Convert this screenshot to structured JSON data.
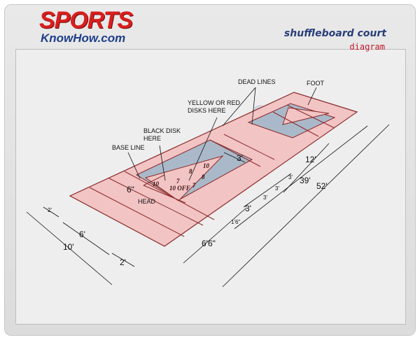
{
  "brand": {
    "top": "SPORTS",
    "bottom": "KnowHow.com"
  },
  "title": {
    "main": "shuffleboard court",
    "sub": "diagram"
  },
  "labels": {
    "dead_lines": "DEAD LINES",
    "foot": "FOOT",
    "yellow_red_1": "YELLOW OR RED",
    "yellow_red_2": "DISKS HERE",
    "black_disk_1": "BLACK DISK",
    "black_disk_2": "HERE",
    "base_line": "BASE LINE",
    "head": "HEAD"
  },
  "court_marks": {
    "ten": "10",
    "ten_off": "10 OFF",
    "eight_a": "8",
    "eight_b": "8",
    "seven_a": "7",
    "seven_b": "7",
    "ten_b": "10"
  },
  "dimensions": {
    "d_52": "52'",
    "d_39": "39'",
    "d_12": "12'",
    "d_3_top": "3'",
    "d_3a": "3'",
    "d_3b": "3'",
    "d_3c": "3'",
    "d_3s": "3'",
    "d_6_in": "6\"",
    "d_1_6": "1'6\"",
    "d_6_6": "6'6\"",
    "d_10": "10'",
    "d_6": "6'",
    "d_2": "2'",
    "d_2_small": "2'"
  },
  "colors": {
    "court_pink": "#f2c4c4",
    "court_line": "#8a2a2a",
    "blue_zone": "#aab9c9",
    "brand_red": "#d81e1e",
    "brand_blue": "#1f3f8a"
  }
}
